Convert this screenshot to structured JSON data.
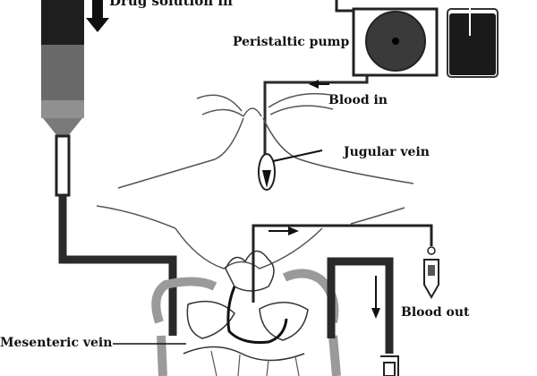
{
  "labels": {
    "drug_solution_in": "Drug solution in",
    "peristaltic_pump": "Peristaltic pump",
    "blood_in": "Blood in",
    "jugular_vein": "Jugular vein",
    "blood_out": "Blood out",
    "mesenteric_vein": "Mesenteric vein"
  },
  "colors": {
    "tubing": "#2a2a2a",
    "reservoir_fill": "#1a1a1a",
    "outline": "#555555",
    "mesentery_vessels": "#9a9a9a"
  }
}
